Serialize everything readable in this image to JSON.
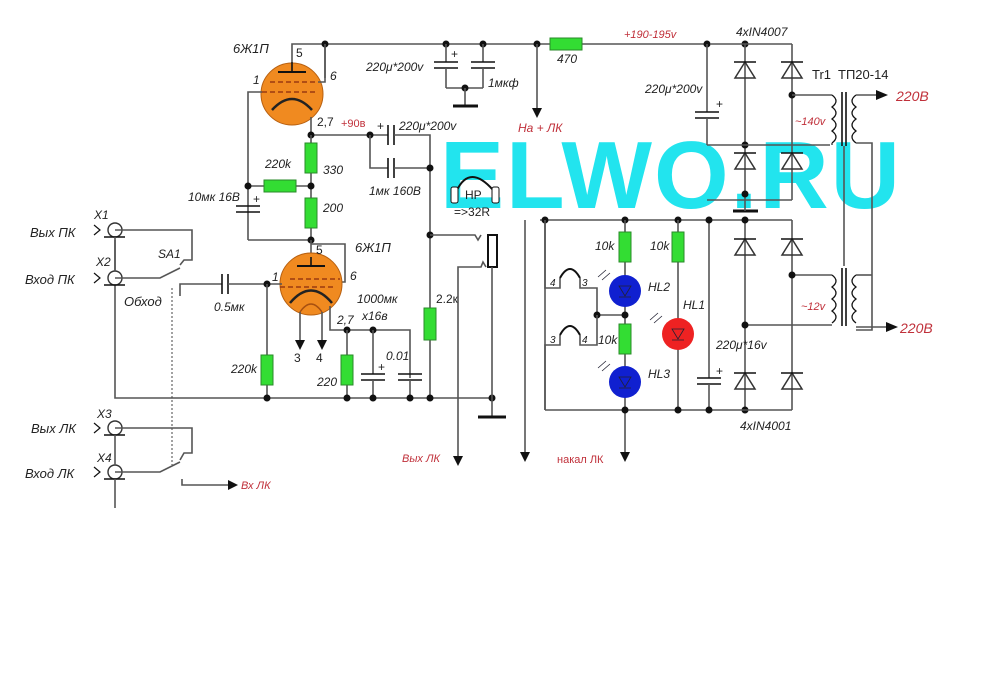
{
  "watermark": "ELWO.RU",
  "tubes": {
    "top": {
      "name": "6Ж1П",
      "pins": {
        "anode": "5",
        "grid": "1",
        "screen": "6",
        "cathode": "2,7"
      }
    },
    "bottom": {
      "name": "6Ж1П",
      "pins": {
        "anode": "5",
        "grid": "1",
        "screen": "6",
        "cathode": "2,7",
        "heater_a": "3",
        "heater_b": "4"
      }
    }
  },
  "labels": {
    "cap_top_main": "220μ*200v",
    "cap_top_film": "1мкф",
    "res_470": "470",
    "voltage_b_plus": "+190-195v",
    "bridge_hv": "4xIN4007",
    "cap_hv": "220μ*200v",
    "tr_name": "Tr1",
    "tr_type": "ТП20-14",
    "out_220_top": "220В",
    "out_220_bot": "220В",
    "sec_hv": "~140v",
    "sec_lv": "~12v",
    "na_plus_lk": "На + ЛК",
    "voltage_90": "+90в",
    "pin_27_top": "2,7",
    "cap_coupling": "220μ*200v",
    "cap_coupling_film": "1мк 160В",
    "res_220k_fb": "220k",
    "res_330": "330",
    "res_200": "200",
    "cap_10mk": "10мк 16В",
    "hp_label": "HP",
    "hp_imp": "=>32R",
    "x1": "X1",
    "x2": "X2",
    "x3": "X3",
    "x4": "X4",
    "vyh_pk": "Вых ПК",
    "vhod_pk": "Вход ПК",
    "vyh_lk": "Вых ЛК",
    "vhod_lk": "Вход ЛК",
    "sa1": "SA1",
    "obhod": "Обход",
    "cap_05": "0.5мк",
    "res_220k_grid": "220k",
    "pin_3": "3",
    "pin_4": "4",
    "pin_27_bot": "2,7",
    "cap_1000": "1000мк",
    "cap_1000_v": "x16в",
    "res_220": "220",
    "cap_001": "0.01",
    "res_22k": "2.2к",
    "vyh_lk_out": "Вых ЛК",
    "vh_lk": "Вх ЛК",
    "nakal_lk": "накал ЛК",
    "res_10k_a": "10k",
    "res_10k_b": "10k",
    "res_10k_c": "10k",
    "hl1": "HL1",
    "hl2": "HL2",
    "hl3": "HL3",
    "cap_lv": "220μ*16v",
    "bridge_lv": "4xIN4001",
    "plug_4a": "4",
    "plug_3a": "3",
    "plug_3b": "3",
    "plug_4b": "4",
    "pin5_top": "5",
    "pin1_top": "1",
    "pin6_top": "6",
    "pin5_bot": "5",
    "pin1_bot": "1",
    "pin6_bot": "6"
  },
  "colors": {
    "resistor": "#33dd33",
    "tube": "#f08a20",
    "led_blue": "#1020d0",
    "led_red": "#ee2222",
    "watermark": "#22e4ee",
    "accent_red": "#c0303a"
  }
}
